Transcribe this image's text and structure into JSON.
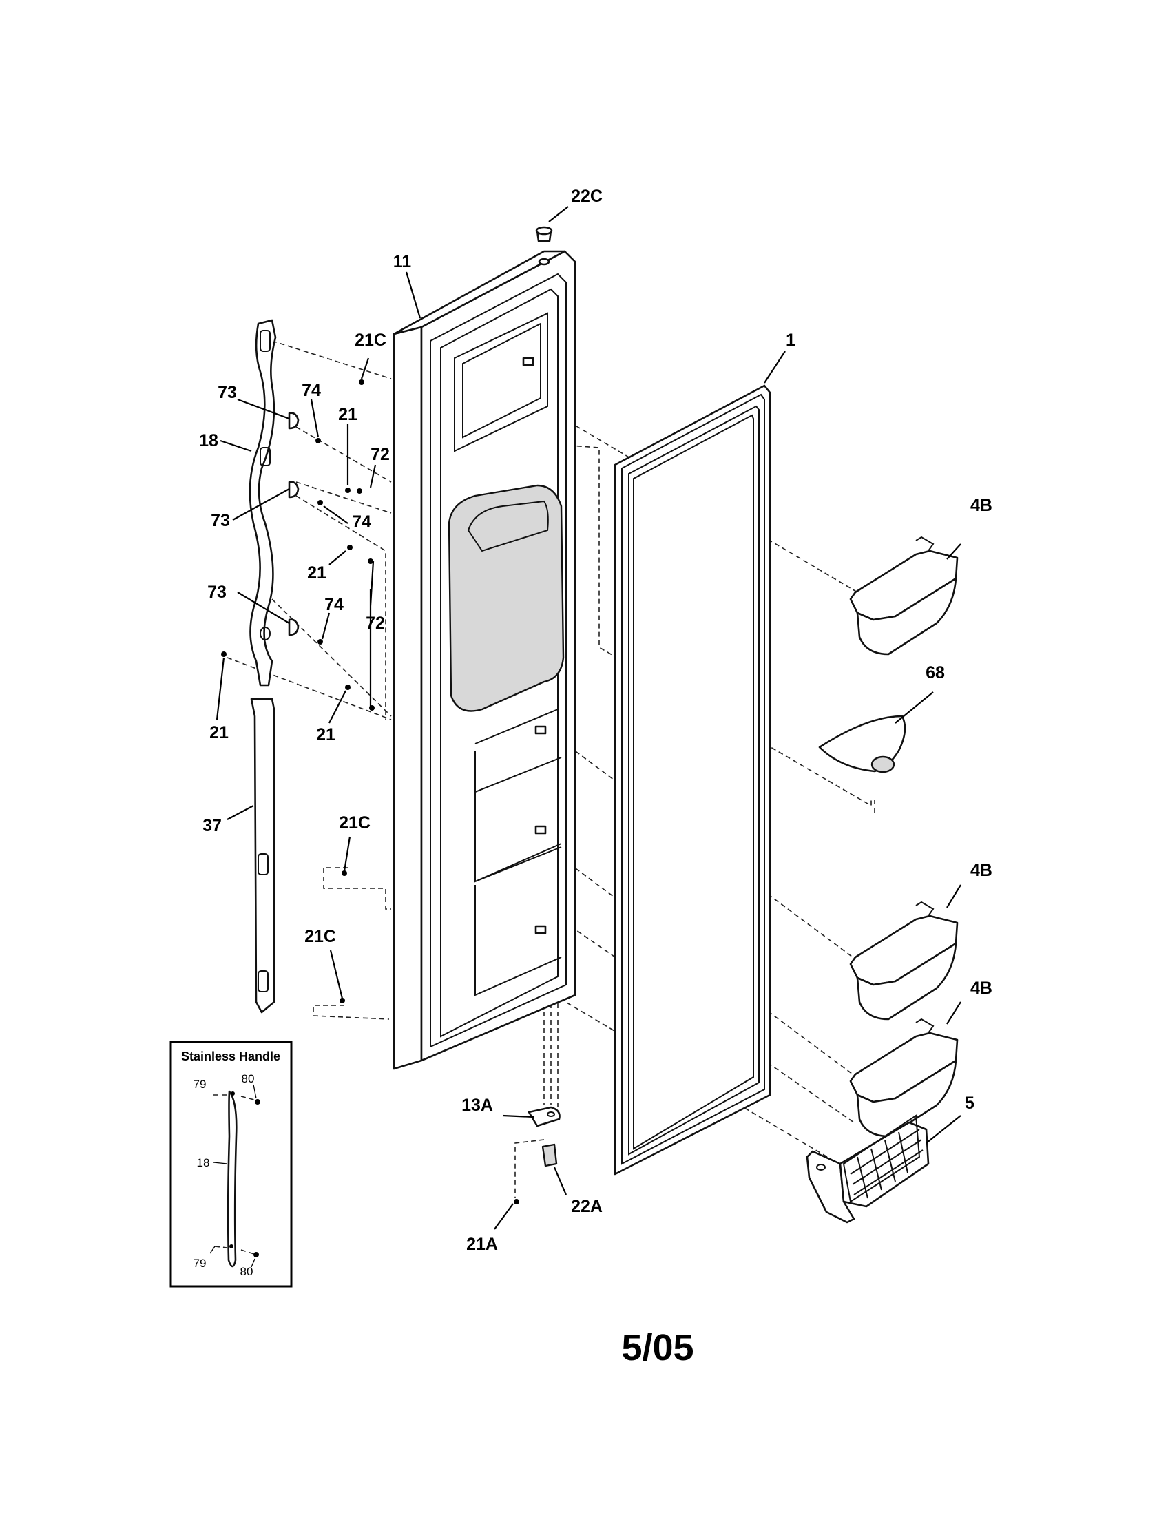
{
  "callouts": {
    "c22C_top": "22C",
    "c11": "11",
    "c1": "1",
    "c21C_a": "21C",
    "c73_a": "73",
    "c74_a": "74",
    "c21_a": "21",
    "c72_a": "72",
    "c18": "18",
    "c73_b": "73",
    "c74_b": "74",
    "c21_b": "21",
    "c73_c": "73",
    "c74_c": "74",
    "c72_b": "72",
    "c21_c": "21",
    "c21_d": "21",
    "c37": "37",
    "c21C_b": "21C",
    "c21C_c": "21C",
    "c4B_a": "4B",
    "c68": "68",
    "c4B_b": "4B",
    "c4B_c": "4B",
    "c5": "5",
    "c13A": "13A",
    "c22A": "22A",
    "c21A": "21A"
  },
  "inset": {
    "title": "Stainless Handle",
    "c79_top": "79",
    "c80_top": "80",
    "c18": "18",
    "c79_bot": "79",
    "c80_bot": "80"
  },
  "footer": {
    "date": "5/05"
  }
}
